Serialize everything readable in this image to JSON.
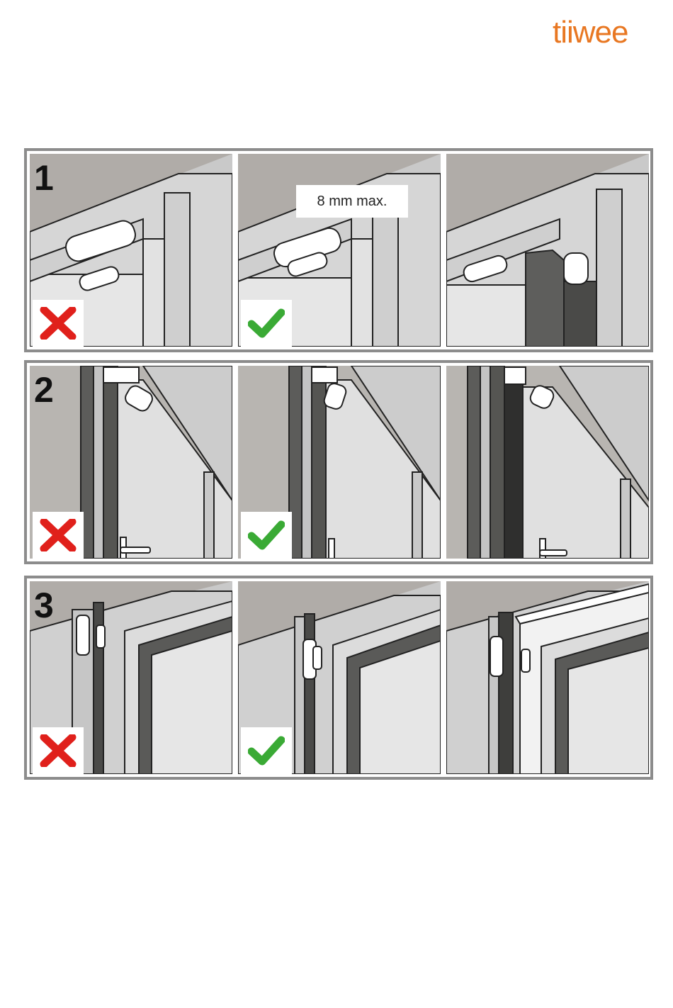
{
  "brand": {
    "logo_text": "tiiwee",
    "color": "#e87722"
  },
  "steps": [
    {
      "number": "1",
      "callout": "8 mm max.",
      "panels": [
        {
          "verdict": "incorrect",
          "icon": "red-x-icon"
        },
        {
          "verdict": "correct",
          "icon": "green-check-icon"
        },
        {
          "verdict": "none"
        }
      ]
    },
    {
      "number": "2",
      "panels": [
        {
          "verdict": "incorrect",
          "icon": "red-x-icon"
        },
        {
          "verdict": "correct",
          "icon": "green-check-icon"
        },
        {
          "verdict": "none"
        }
      ]
    },
    {
      "number": "3",
      "panels": [
        {
          "verdict": "incorrect",
          "icon": "red-x-icon"
        },
        {
          "verdict": "correct",
          "icon": "green-check-icon"
        },
        {
          "verdict": "none"
        }
      ]
    }
  ],
  "colors": {
    "wall": "#b0aca8",
    "frame": "#d8d8d8",
    "dark_frame": "#555552",
    "incorrect": "#e0201b",
    "correct": "#3aaa35",
    "border": "#8c8c8c"
  }
}
